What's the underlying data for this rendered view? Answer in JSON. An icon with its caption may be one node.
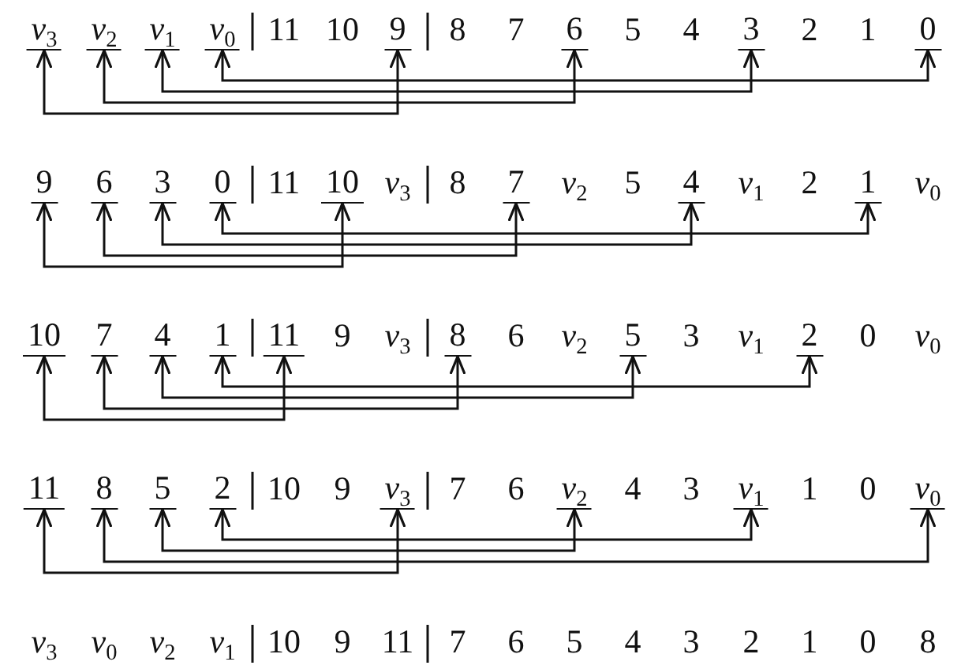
{
  "diagram": {
    "nodes": [
      {
        "text": [
          "*v*$_{3}$"
        ]
      },
      {
        "text": [
          "*v*$_{2}$"
        ]
      },
      {
        "text": [
          "*v*$_{1}$"
        ]
      },
      {
        "text": [
          "*v*$_{0}$"
        ]
      },
      {
        "text": [
          "9"
        ]
      },
      {
        "text": [
          "6"
        ]
      },
      {
        "text": [
          "3"
        ]
      },
      {
        "text": [
          "0"
        ]
      },
      {
        "text": [
          "9"
        ]
      },
      {
        "text": [
          "6"
        ]
      },
      {
        "text": [
          "3"
        ]
      },
      {
        "text": [
          "0"
        ]
      },
      {
        "text": [
          "10"
        ]
      },
      {
        "text": [
          "7"
        ]
      },
      {
        "text": [
          "4"
        ]
      },
      {
        "text": [
          "1"
        ]
      },
      {
        "text": [
          "10"
        ]
      },
      {
        "text": [
          "7"
        ]
      },
      {
        "text": [
          "4"
        ]
      },
      {
        "text": [
          "1"
        ]
      },
      {
        "text": [
          "11"
        ]
      },
      {
        "text": [
          "8"
        ]
      },
      {
        "text": [
          "5"
        ]
      },
      {
        "text": [
          "2"
        ]
      },
      {
        "text": [
          "11"
        ]
      },
      {
        "text": [
          "8"
        ]
      },
      {
        "text": [
          "5"
        ]
      },
      {
        "text": [
          "2"
        ]
      },
      {
        "text": [
          "*v*$_{3}$"
        ]
      },
      {
        "text": [
          "*v*$_{2}$"
        ]
      },
      {
        "text": [
          "*v*$_{1}$"
        ]
      },
      {
        "text": [
          "*v*$_{0}$"
        ]
      }
    ],
    "edges": [
      {
        "from": 0,
        "to": 4,
        "arrow": "both"
      },
      {
        "from": 1,
        "to": 5,
        "arrow": "both"
      },
      {
        "from": 2,
        "to": 6,
        "arrow": "both"
      },
      {
        "from": 3,
        "to": 7,
        "arrow": "both"
      },
      {
        "from": 8,
        "to": 12,
        "arrow": "both"
      },
      {
        "from": 9,
        "to": 13,
        "arrow": "both"
      },
      {
        "from": 10,
        "to": 14,
        "arrow": "both"
      },
      {
        "from": 11,
        "to": 15,
        "arrow": "both"
      },
      {
        "from": 16,
        "to": 20,
        "arrow": "both"
      },
      {
        "from": 17,
        "to": 21,
        "arrow": "both"
      },
      {
        "from": 18,
        "to": 22,
        "arrow": "both"
      },
      {
        "from": 19,
        "to": 23,
        "arrow": "both"
      },
      {
        "from": 24,
        "to": 28,
        "arrow": "both"
      },
      {
        "from": 25,
        "to": 31,
        "arrow": "both"
      },
      {
        "from": 26,
        "to": 29,
        "arrow": "both"
      },
      {
        "from": 27,
        "to": 30,
        "arrow": "both"
      }
    ],
    "labels": [
      "11",
      "10",
      "8",
      "7",
      "5",
      "4",
      "2",
      "1",
      "11",
      "*v*$_{3}$",
      "8",
      "*v*$_{2}$",
      "5",
      "*v*$_{1}$",
      "2",
      "*v*$_{0}$",
      "9",
      "*v*$_{3}$",
      "6",
      "*v*$_{2}$",
      "3",
      "*v*$_{1}$",
      "0",
      "*v*$_{0}$",
      "10",
      "9",
      "7",
      "6",
      "4",
      "3",
      "1",
      "0",
      "*v*$_{3}$",
      "*v*$_{0}$",
      "*v*$_{2}$",
      "*v*$_{1}$",
      "10",
      "9",
      "11",
      "7",
      "6",
      "5",
      "4",
      "3",
      "2",
      "1",
      "0",
      "8"
    ]
  }
}
